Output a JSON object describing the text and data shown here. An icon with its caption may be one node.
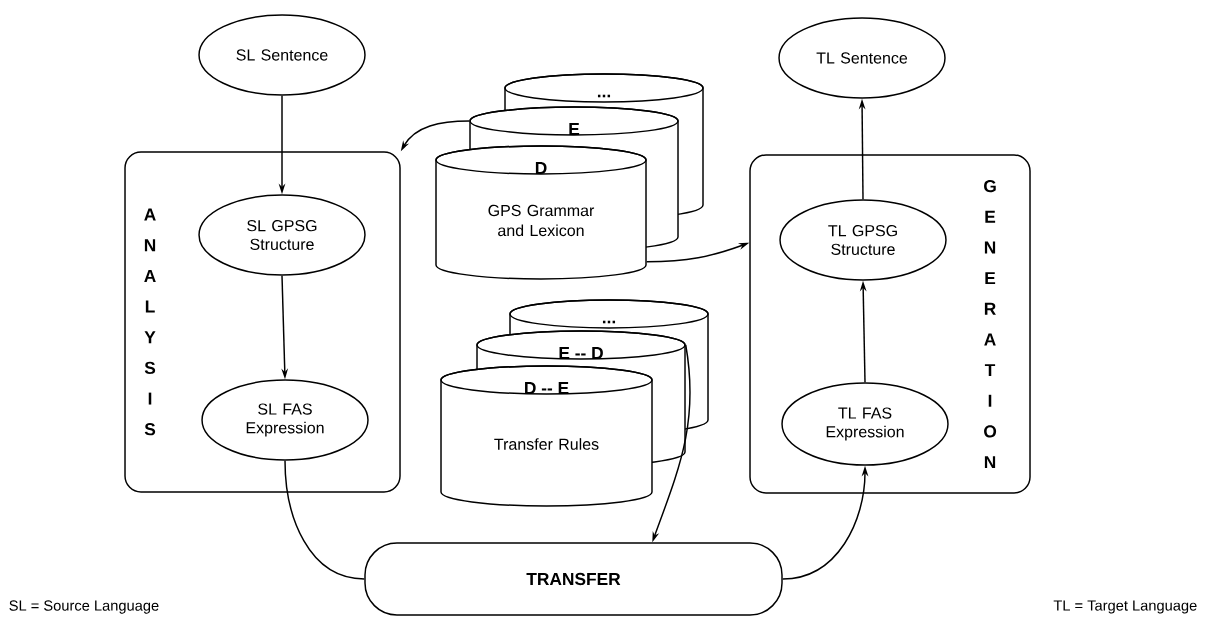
{
  "diagram": {
    "nodes": [
      {
        "text": [
          "SL Sentence"
        ]
      },
      {
        "text": [
          "ANALYSIS"
        ]
      },
      {
        "text": [
          "SL GPSG Structure"
        ],
        "in": 1
      },
      {
        "text": [
          "SL FAS Expression"
        ],
        "in": 1
      },
      {
        "text": [
          "TL Sentence"
        ]
      },
      {
        "text": [
          "GENERATION"
        ]
      },
      {
        "text": [
          "TL GPSG Structure"
        ],
        "in": 5
      },
      {
        "text": [
          "TL FAS Expression"
        ],
        "in": 5
      },
      {
        "text": [
          "..."
        ]
      },
      {
        "text": [
          "E"
        ]
      },
      {
        "text": [
          "D",
          "GPS Grammar and Lexicon"
        ]
      },
      {
        "text": [
          "..."
        ]
      },
      {
        "text": [
          "E -- D"
        ]
      },
      {
        "text": [
          "D -- E",
          "Transfer Rules"
        ]
      },
      {
        "text": [
          "TRANSFER"
        ]
      }
    ],
    "edges": [
      {
        "from": 0,
        "to": 2,
        "arrow": "to"
      },
      {
        "from": 2,
        "to": 3,
        "arrow": "to"
      },
      {
        "from": 3,
        "to": 14,
        "arrow": "none"
      },
      {
        "from": 14,
        "to": 7,
        "arrow": "to"
      },
      {
        "from": 7,
        "to": 6,
        "arrow": "to"
      },
      {
        "from": 6,
        "to": 4,
        "arrow": "to"
      },
      {
        "from": 9,
        "to": 1,
        "arrow": "to"
      },
      {
        "from": 10,
        "to": 5,
        "arrow": "to"
      },
      {
        "from": 12,
        "to": 14,
        "arrow": "to"
      }
    ],
    "labels": [
      "SL = Source Language",
      "TL = Target Language"
    ]
  }
}
